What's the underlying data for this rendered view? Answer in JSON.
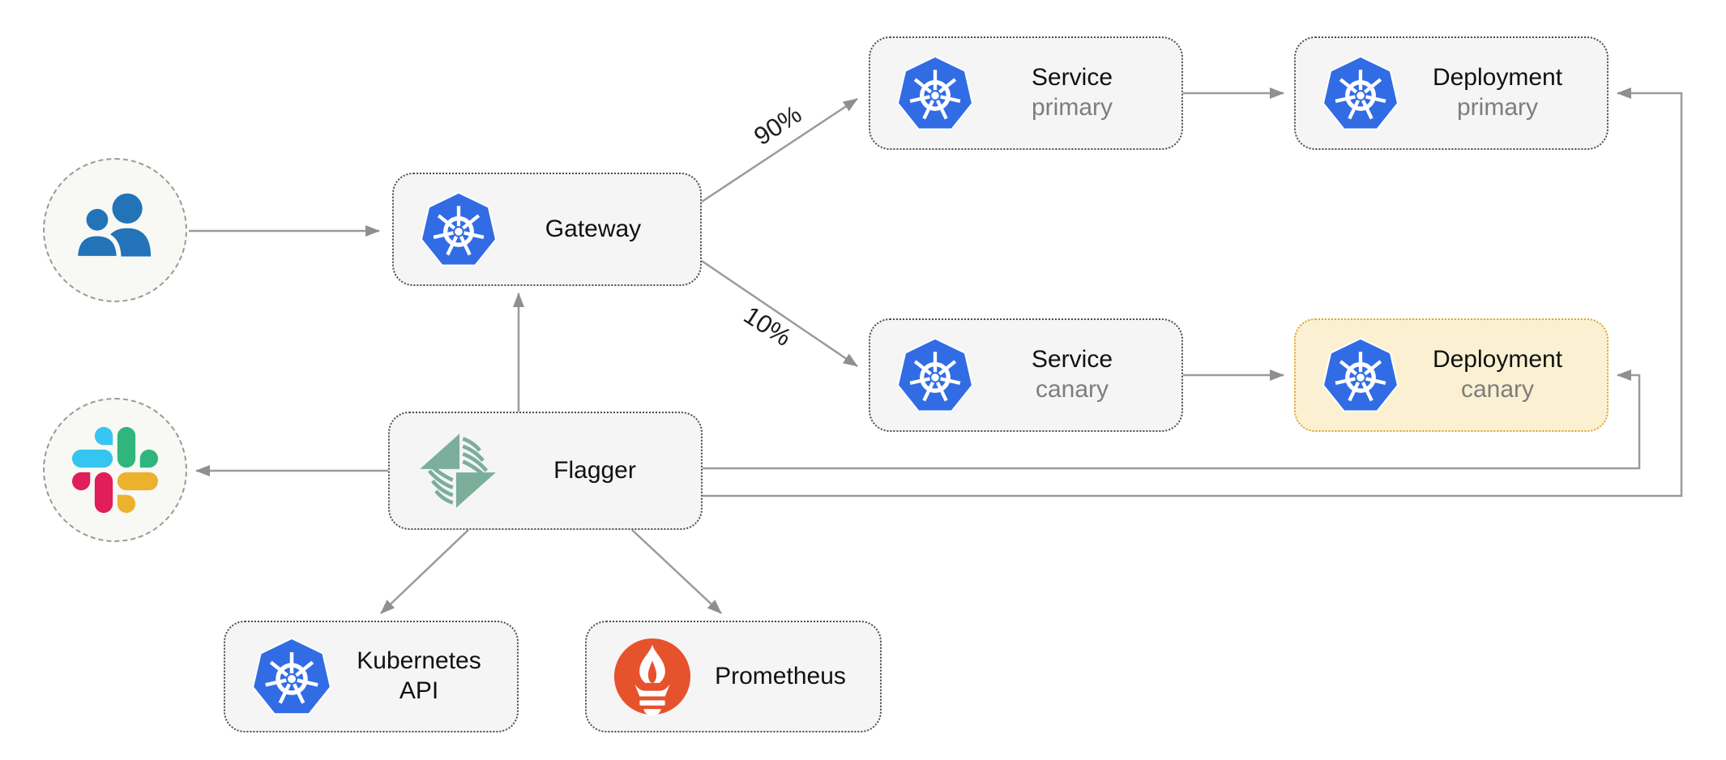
{
  "nodes": {
    "users": {
      "icon": "users-icon"
    },
    "slack": {
      "icon": "slack-icon"
    },
    "gateway": {
      "label": "Gateway",
      "icon": "kubernetes-icon"
    },
    "service_primary": {
      "label": "Service",
      "sublabel": "primary",
      "icon": "kubernetes-icon"
    },
    "deployment_primary": {
      "label": "Deployment",
      "sublabel": "primary",
      "icon": "kubernetes-icon"
    },
    "service_canary": {
      "label": "Service",
      "sublabel": "canary",
      "icon": "kubernetes-icon"
    },
    "deployment_canary": {
      "label": "Deployment",
      "sublabel": "canary",
      "icon": "kubernetes-icon"
    },
    "flagger": {
      "label": "Flagger",
      "icon": "flagger-icon"
    },
    "kubernetes_api": {
      "label_line1": "Kubernetes",
      "label_line2": "API",
      "icon": "kubernetes-icon"
    },
    "prometheus": {
      "label": "Prometheus",
      "icon": "prometheus-icon"
    }
  },
  "edge_labels": {
    "primary_weight": "90%",
    "canary_weight": "10%"
  },
  "colors": {
    "kubernetes_blue": "#326CE5",
    "flagger_green": "#7BAE9B",
    "prometheus_red": "#E6522C",
    "users_blue": "#2273B8",
    "slack_blue": "#36C5F0",
    "slack_green": "#2EB67D",
    "slack_yellow": "#ECB22E",
    "slack_red": "#E01E5A",
    "node_background": "#F5F5F5",
    "node_border": "#4D4D4D",
    "canary_background": "#FBF1D2",
    "canary_border": "#DFA53A",
    "arrow_gray": "#9B9B9B",
    "label_text": "#111111",
    "sublabel_text": "#7D7D7D"
  }
}
